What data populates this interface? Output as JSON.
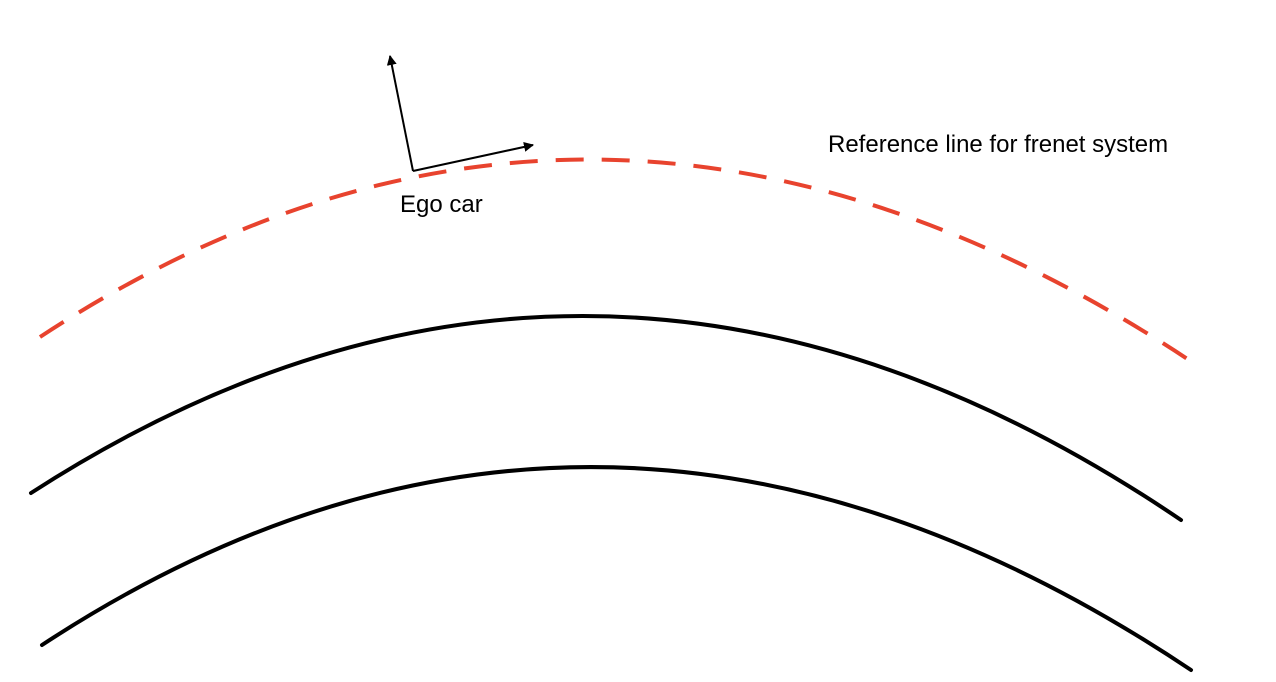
{
  "diagram": {
    "labels": {
      "reference_line": "Reference line for frenet system",
      "ego_car": "Ego car"
    },
    "colors": {
      "reference_line": "#e8432e",
      "lane_boundary": "#000000",
      "axis_arrow": "#000000",
      "background": "#ffffff"
    },
    "elements": {
      "reference_line_style": "dashed",
      "lane_boundary_count": 2,
      "frenet_axes": [
        "tangent-arrow",
        "normal-arrow"
      ]
    }
  }
}
